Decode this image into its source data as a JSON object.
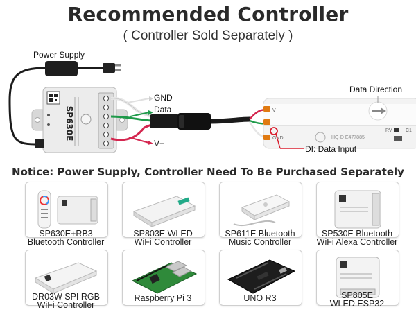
{
  "header": {
    "title": "Recommended Controller",
    "subtitle": "( Controller Sold Separately )"
  },
  "diagram": {
    "power_supply_label": "Power Supply",
    "gnd_label": "GND",
    "data_label": "Data",
    "vplus_label": "V+",
    "data_direction_label": "Data Direction",
    "di_label": "DI: Data Input",
    "strip_vplus": "V+",
    "strip_gnd": "GND",
    "strip_model": "HQ-D E477885",
    "strip_rv": "RV",
    "strip_c1": "C1",
    "controller_model": "SP630E"
  },
  "notice": "Notice: Power Supply, Controller Need To Be Purchased Separately",
  "products": [
    {
      "line1": "SP630E+RB3",
      "line2": "Bluetooth Controller"
    },
    {
      "line1": "SP803E WLED",
      "line2": "WiFi Controller"
    },
    {
      "line1": "SP611E Bluetooth",
      "line2": "Music Controller"
    },
    {
      "line1": "SP530E Bluetooth",
      "line2": "WiFi Alexa Controller"
    },
    {
      "line1": "DR03W SPI RGB",
      "line2": "WiFi Controller"
    },
    {
      "line1": "Raspberry Pi 3",
      "line2": ""
    },
    {
      "line1": "UNO R3",
      "line2": ""
    },
    {
      "line1": "SP805E",
      "line2": "WLED ESP32"
    }
  ],
  "colors": {
    "wire_white": "#e6e6e6",
    "wire_green": "#1f9a4a",
    "wire_red": "#d4264f",
    "arrow_red": "#d91e2e",
    "cable_black": "#1b1b1b",
    "connector_orange": "#e07a12"
  }
}
